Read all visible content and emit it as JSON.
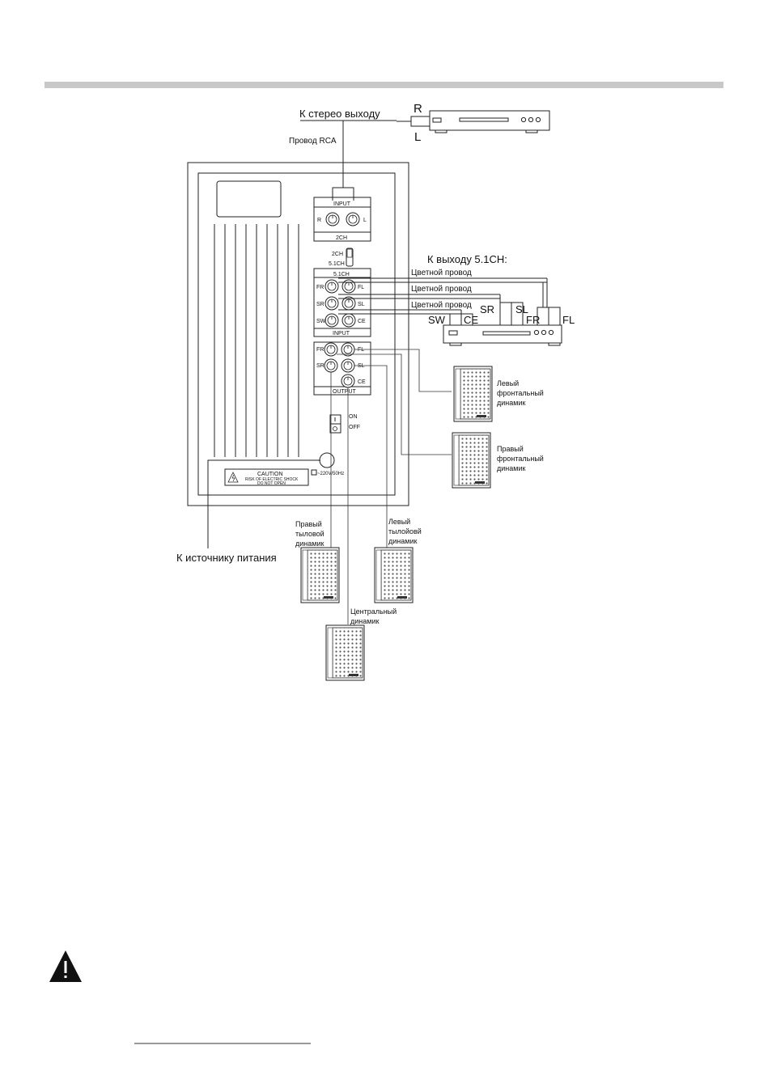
{
  "labels": {
    "stereo_out": "К стерео выходу",
    "rca_wire": "Провод RCA",
    "r": "R",
    "l": "L",
    "out_51": "К выходу 5.1CH:",
    "color_wire_1": "Цветной провод",
    "color_wire_2": "Цветной провод",
    "color_wire_3": "Цветной провод",
    "power": "К источнику питания"
  },
  "channels": {
    "sw": "SW",
    "ce": "CE",
    "sr": "SR",
    "sl": "SL",
    "fr": "FR",
    "fl": "FL"
  },
  "panel": {
    "input_top": "INPUT",
    "r": "R",
    "l": "L",
    "ch2": "2CH",
    "switch_2ch": "2CH",
    "switch_51": "5.1CH",
    "ch51": "5.1CH",
    "fr": "FR",
    "fl": "FL",
    "sr": "SR",
    "sl": "SL",
    "sw": "SW",
    "ce": "CE",
    "input_bottom": "INPUT",
    "out_fr": "FR",
    "out_fl": "FL",
    "out_sr": "SR",
    "out_sl": "SL",
    "out_ce": "CE",
    "output": "OUTPUT",
    "on": "ON",
    "off": "OFF",
    "caution": "CAUTION",
    "caution_l2": "RISK OF ELECTRIC SHOCK",
    "caution_l3": "DO NOT OPEN",
    "power_rating": "~220V/50Hz"
  },
  "speakers": {
    "left_front_1": "Левый",
    "left_front_2": "фронтальный",
    "left_front_3": "динамик",
    "right_front_1": "Правый",
    "right_front_2": "фронтальный",
    "right_front_3": "динамик",
    "right_rear_1": "Правый",
    "right_rear_2": "тыловой",
    "right_rear_3": "динамик",
    "left_rear_1": "Левый",
    "left_rear_2": "тылойовй",
    "left_rear_3": "динамик",
    "center_1": "Центральный",
    "center_2": "динамик"
  },
  "colors": {
    "header_bar": "#c8c8c8",
    "ink": "#222222"
  }
}
